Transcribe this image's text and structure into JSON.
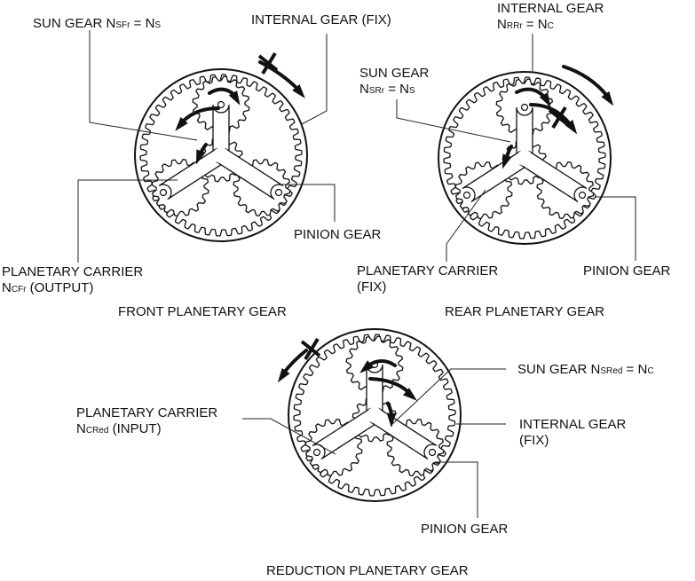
{
  "diagrams": [
    {
      "id": "front",
      "title": "FRONT PLANETARY GEAR",
      "labels": {
        "sun_gear": {
          "text": "SUN GEAR N",
          "sub": "SFr",
          "eq": " = N",
          "eq_sub": "S"
        },
        "internal_gear": {
          "line1": "INTERNAL GEAR (FIX)"
        },
        "pinion_gear": {
          "line1": "PINION GEAR"
        },
        "carrier": {
          "line1": "PLANETARY CARRIER",
          "line2_prefix": "N",
          "line2_sub": "CFr",
          "line2_suffix": " (OUTPUT)"
        }
      },
      "internal_gear_state": "fixed"
    },
    {
      "id": "rear",
      "title": "REAR PLANETARY GEAR",
      "labels": {
        "internal_gear": {
          "line1": "INTERNAL GEAR",
          "line2_prefix": "N",
          "line2_sub": "RRr",
          "line2_eq": " = N",
          "line2_eq_sub": "C"
        },
        "sun_gear": {
          "line1": "SUN GEAR",
          "line2_prefix": "N",
          "line2_sub": "SRr",
          "line2_eq": " = N",
          "line2_eq_sub": "S"
        },
        "carrier": {
          "line1": "PLANETARY CARRIER",
          "line2": "(FIX)"
        },
        "pinion_gear": {
          "line1": "PINION GEAR"
        }
      },
      "carrier_state": "fixed"
    },
    {
      "id": "reduction",
      "title": "REDUCTION PLANETARY GEAR",
      "labels": {
        "sun_gear": {
          "text": "SUN GEAR N",
          "sub": "SRed",
          "eq": " = N",
          "eq_sub": "C"
        },
        "internal_gear": {
          "line1": "INTERNAL GEAR",
          "line2": "(FIX)"
        },
        "carrier": {
          "line1": "PLANETARY CARRIER",
          "line2_prefix": "N",
          "line2_sub": "CRed",
          "line2_suffix": " (INPUT)"
        },
        "pinion_gear": {
          "line1": "PINION GEAR"
        }
      },
      "internal_gear_state": "fixed"
    }
  ]
}
